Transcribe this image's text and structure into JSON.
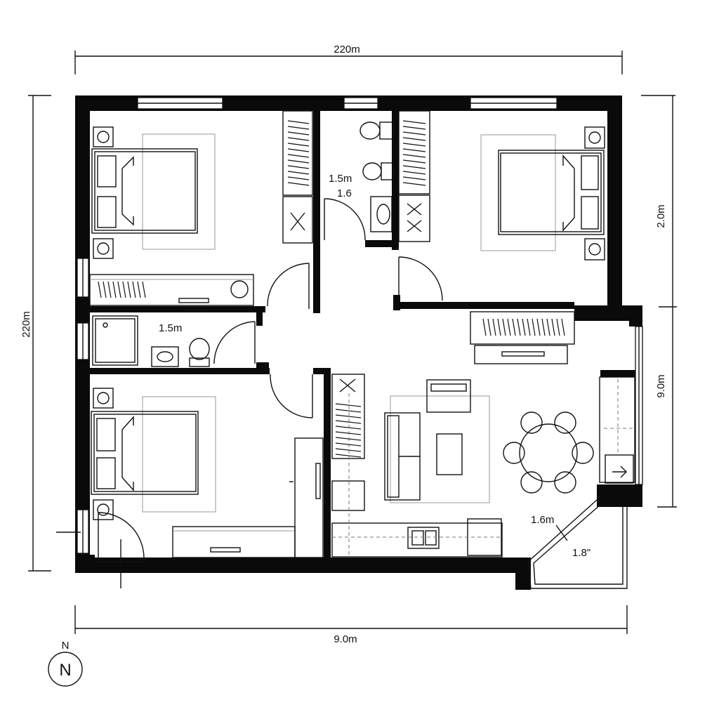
{
  "dimensions": {
    "top_width": "220m",
    "bottom_width": "9.0m",
    "left_height": "220m",
    "right_upper": "2.0m",
    "right_lower": "9.0m"
  },
  "room_labels": {
    "bathroom_upper_a": "1.5m",
    "bathroom_upper_b": "1.6",
    "bathroom_left": "1.5m",
    "balcony_a": "1.6m",
    "balcony_b": "1.8\""
  },
  "compass": {
    "label": "N",
    "symbol": "N"
  },
  "colors": {
    "wall": "#0a0a0a",
    "line": "#111111",
    "background": "#ffffff"
  }
}
